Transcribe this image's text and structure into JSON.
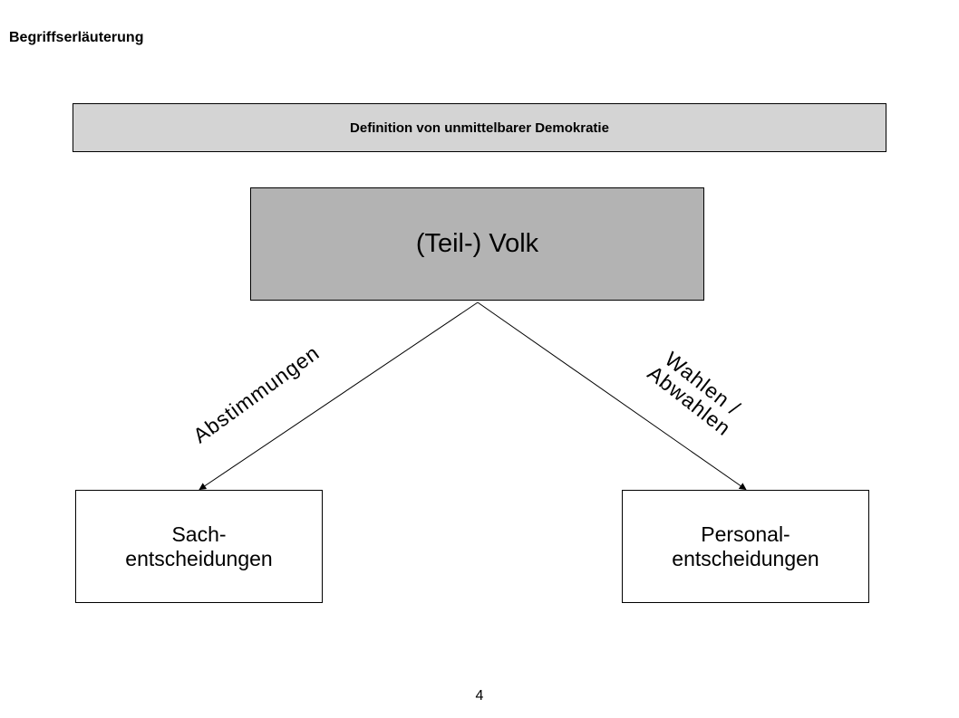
{
  "header": {
    "title": "Begriffserläuterung"
  },
  "definition_bar": {
    "text": "Definition von unmittelbarer Demokratie"
  },
  "diagram": {
    "root": {
      "label": "(Teil-) Volk"
    },
    "left_branch": {
      "edge_label": "Abstimmungen",
      "node_line1": "Sach-",
      "node_line2": "entscheidungen"
    },
    "right_branch": {
      "edge_label_line1": "Wahlen /",
      "edge_label_line2": "Abwahlen",
      "node_line1": "Personal-",
      "node_line2": "entscheidungen"
    }
  },
  "footer": {
    "page_number": "4"
  },
  "colors": {
    "definition_bar_fill": "#d4d4d4",
    "root_fill": "#b3b3b3",
    "leaf_fill": "#ffffff",
    "stroke": "#000000"
  }
}
